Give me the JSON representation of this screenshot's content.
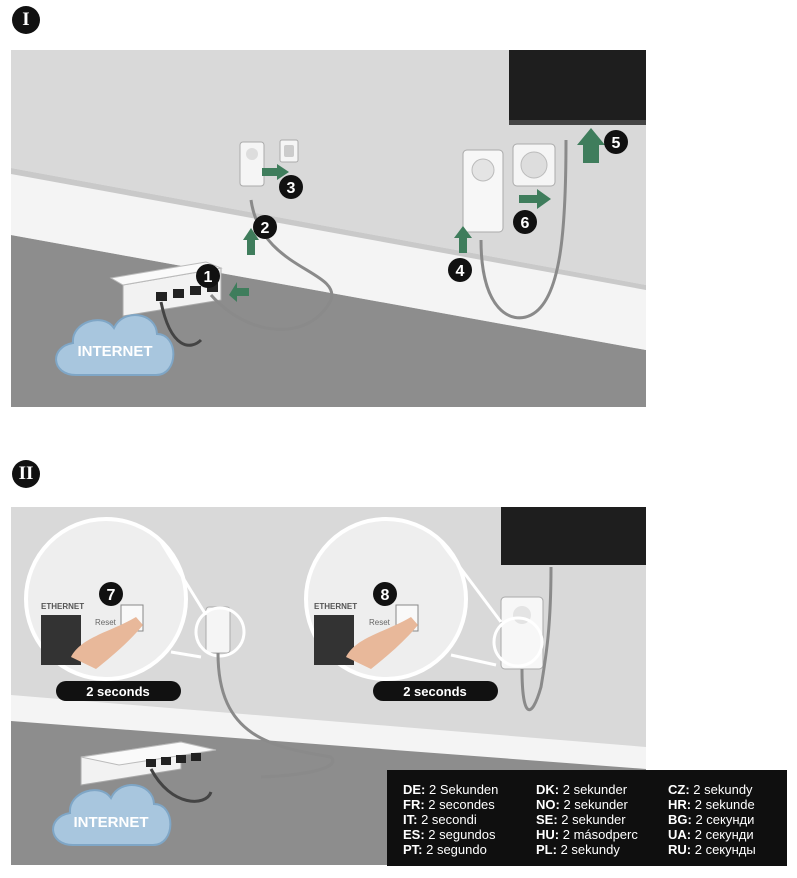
{
  "sections": [
    {
      "numeral": "I"
    },
    {
      "numeral": "II"
    }
  ],
  "panel1": {
    "cloud_label": "INTERNET",
    "steps": [
      "1",
      "2",
      "3",
      "4",
      "5",
      "6"
    ]
  },
  "panel2": {
    "cloud_label": "INTERNET",
    "steps": [
      "7",
      "8"
    ],
    "duration_labels": [
      "2 seconds",
      "2 seconds"
    ],
    "ethernet_label": "ETHERNET",
    "reset_label": "Reset"
  },
  "legend": {
    "columns": [
      [
        {
          "code": "DE:",
          "text": " 2 Sekunden"
        },
        {
          "code": "FR:",
          "text": " 2 secondes"
        },
        {
          "code": "IT:",
          "text": " 2 secondi"
        },
        {
          "code": "ES:",
          "text": " 2 segundos"
        },
        {
          "code": "PT:",
          "text": " 2 segundo"
        }
      ],
      [
        {
          "code": "DK:",
          "text": " 2 sekunder"
        },
        {
          "code": "NO:",
          "text": " 2 sekunder"
        },
        {
          "code": "SE:",
          "text": " 2 sekunder"
        },
        {
          "code": "HU:",
          "text": " 2 másodperc"
        },
        {
          "code": "PL:",
          "text": " 2 sekundy"
        }
      ],
      [
        {
          "code": "CZ:",
          "text": " 2 sekundy"
        },
        {
          "code": "HR:",
          "text": " 2 sekunde"
        },
        {
          "code": "BG:",
          "text": " 2 секунди"
        },
        {
          "code": "UA:",
          "text": " 2 секунди"
        },
        {
          "code": "RU:",
          "text": " 2 секунды"
        }
      ]
    ]
  },
  "colors": {
    "arrow": "#3f7d5c",
    "cloud": "#a8c6de",
    "wall": "#d8d8d8",
    "floor": "#8f8f8f",
    "badge": "#111111"
  }
}
